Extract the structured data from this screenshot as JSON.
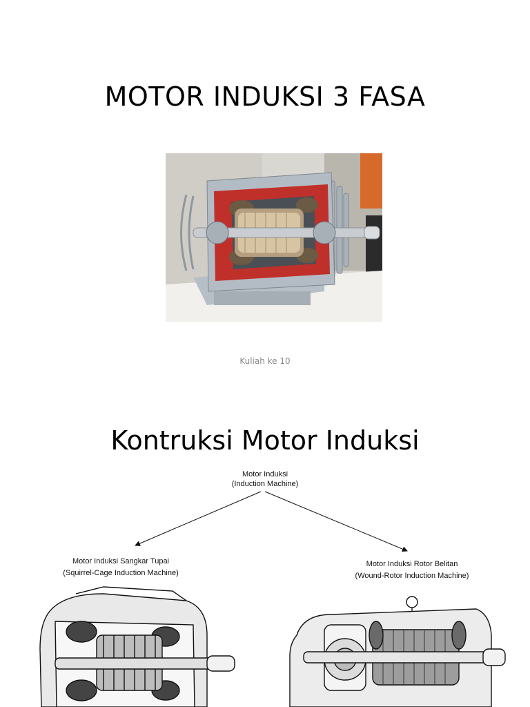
{
  "slide1": {
    "title": "MOTOR INDUKSI 3 FASA",
    "subtitle": "Kuliah ke 10"
  },
  "slide2": {
    "title": "Kontruksi Motor Induksi",
    "root": {
      "line1": "Motor Induksi",
      "line2": "(Induction Machine)"
    },
    "left": {
      "line1": "Motor Induksi Sangkar Tupai",
      "line2": "(Squirrel-Cage Induction Machine)"
    },
    "right": {
      "line1": "Motor Induksi  Rotor Belitan",
      "line2": "(Wound-Rotor Induction Machine)"
    }
  },
  "colors": {
    "stator_red": "#c0302a",
    "metal_grey": "#9aa3ab",
    "background": "#ffffff"
  }
}
